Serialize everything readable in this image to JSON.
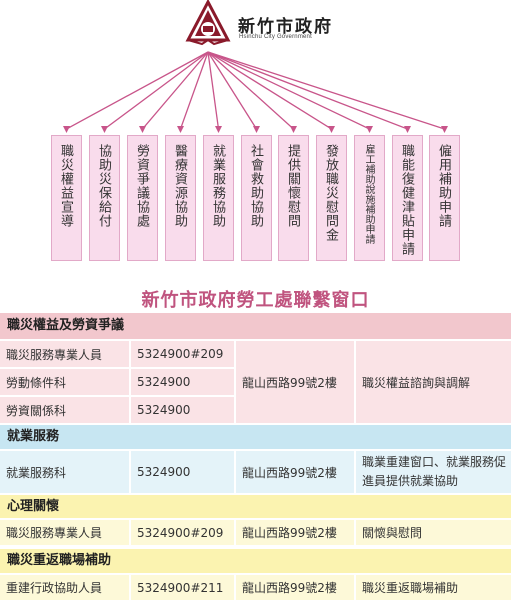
{
  "org": {
    "name": "新竹市政府",
    "subtitle": "Hsinchu City Government"
  },
  "items": [
    "職災權益宣導",
    "協助災保給付",
    "勞資爭議協處",
    "醫療資源協助",
    "就業服務協助",
    "社會救助協助",
    "提供關懷慰問",
    "發放職災慰問金",
    "雇工補助說施補助申請",
    "職能復健津貼申請",
    "僱用補助申請"
  ],
  "title": "新竹市政府勞工處聯繫窗口",
  "sections": {
    "s1": {
      "heading": "職災權益及勞資爭議",
      "r1": {
        "unit": "職災服務專業人員",
        "phone": "5324900#209"
      },
      "r2": {
        "unit": "勞動條件科",
        "phone": "5324900"
      },
      "r3": {
        "unit": "勞資關係科",
        "phone": "5324900"
      },
      "address": "龍山西路99號2樓",
      "service": "職災權益諮詢與調解"
    },
    "s2": {
      "heading": "就業服務",
      "r1": {
        "unit": "就業服務科",
        "phone": "5324900",
        "address": "龍山西路99號2樓",
        "service": "職業重建窗口、就業服務促進員提供就業協助"
      }
    },
    "s3": {
      "heading": "心理關懷",
      "r1": {
        "unit": "職災服務專業人員",
        "phone": "5324900#209",
        "address": "龍山西路99號2樓",
        "service": "關懷與慰問"
      }
    },
    "s4": {
      "heading": "職災重返職場補助",
      "r1": {
        "unit": "重建行政協助人員",
        "phone": "5324900#211",
        "address": "龍山西路99號2樓",
        "service": "職災重返職場補助"
      }
    }
  },
  "colors": {
    "pink_box": "#f9dcec",
    "pink_line": "#c8558a",
    "title": "#c0547f",
    "s1_head": "#f2c7cd",
    "s1_cell": "#fae3e6",
    "s2_head": "#c7e6f2",
    "s2_cell": "#e4f3f9",
    "s3_head": "#fbf3b0",
    "s3_cell": "#fdf9d8",
    "s4_head": "#fbf3b0",
    "s4_cell": "#fdf9d8"
  }
}
